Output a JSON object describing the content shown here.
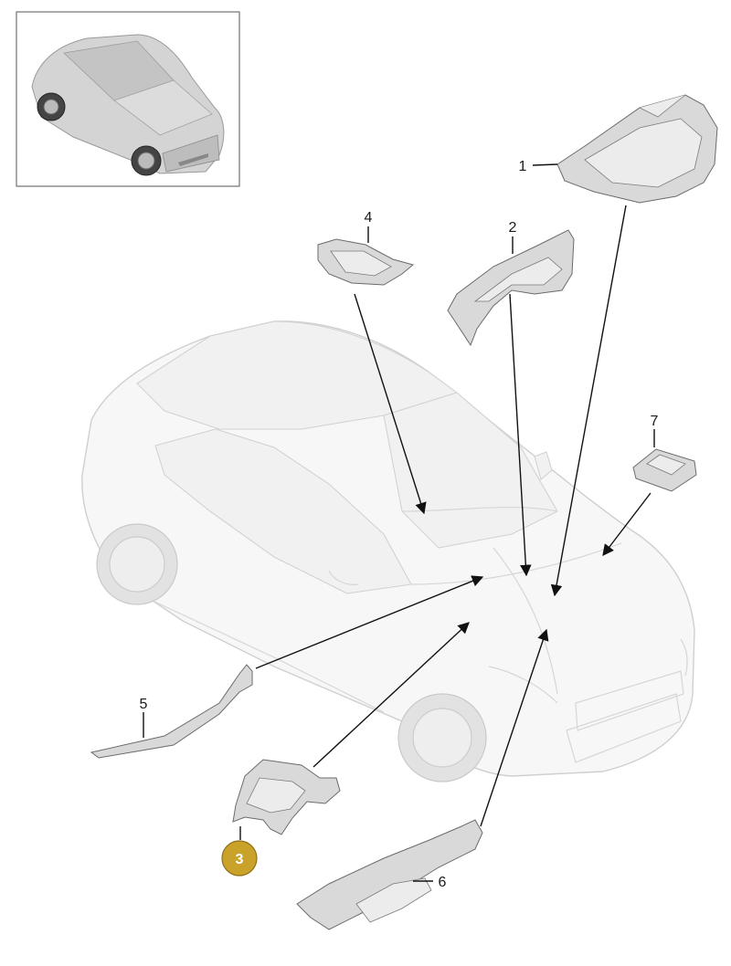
{
  "diagram": {
    "callouts": [
      {
        "id": "1",
        "label": "1",
        "highlighted": false
      },
      {
        "id": "2",
        "label": "2",
        "highlighted": false
      },
      {
        "id": "3",
        "label": "3",
        "highlighted": true
      },
      {
        "id": "4",
        "label": "4",
        "highlighted": false
      },
      {
        "id": "5",
        "label": "5",
        "highlighted": false
      },
      {
        "id": "6",
        "label": "6",
        "highlighted": false
      },
      {
        "id": "7",
        "label": "7",
        "highlighted": false
      }
    ],
    "colors": {
      "highlight_badge": "#c9a22a",
      "highlight_badge_stroke": "#8f7018",
      "leader_line": "#111111",
      "part_fill": "#d9d9d9",
      "ghost_car": "#f7f7f7"
    }
  }
}
